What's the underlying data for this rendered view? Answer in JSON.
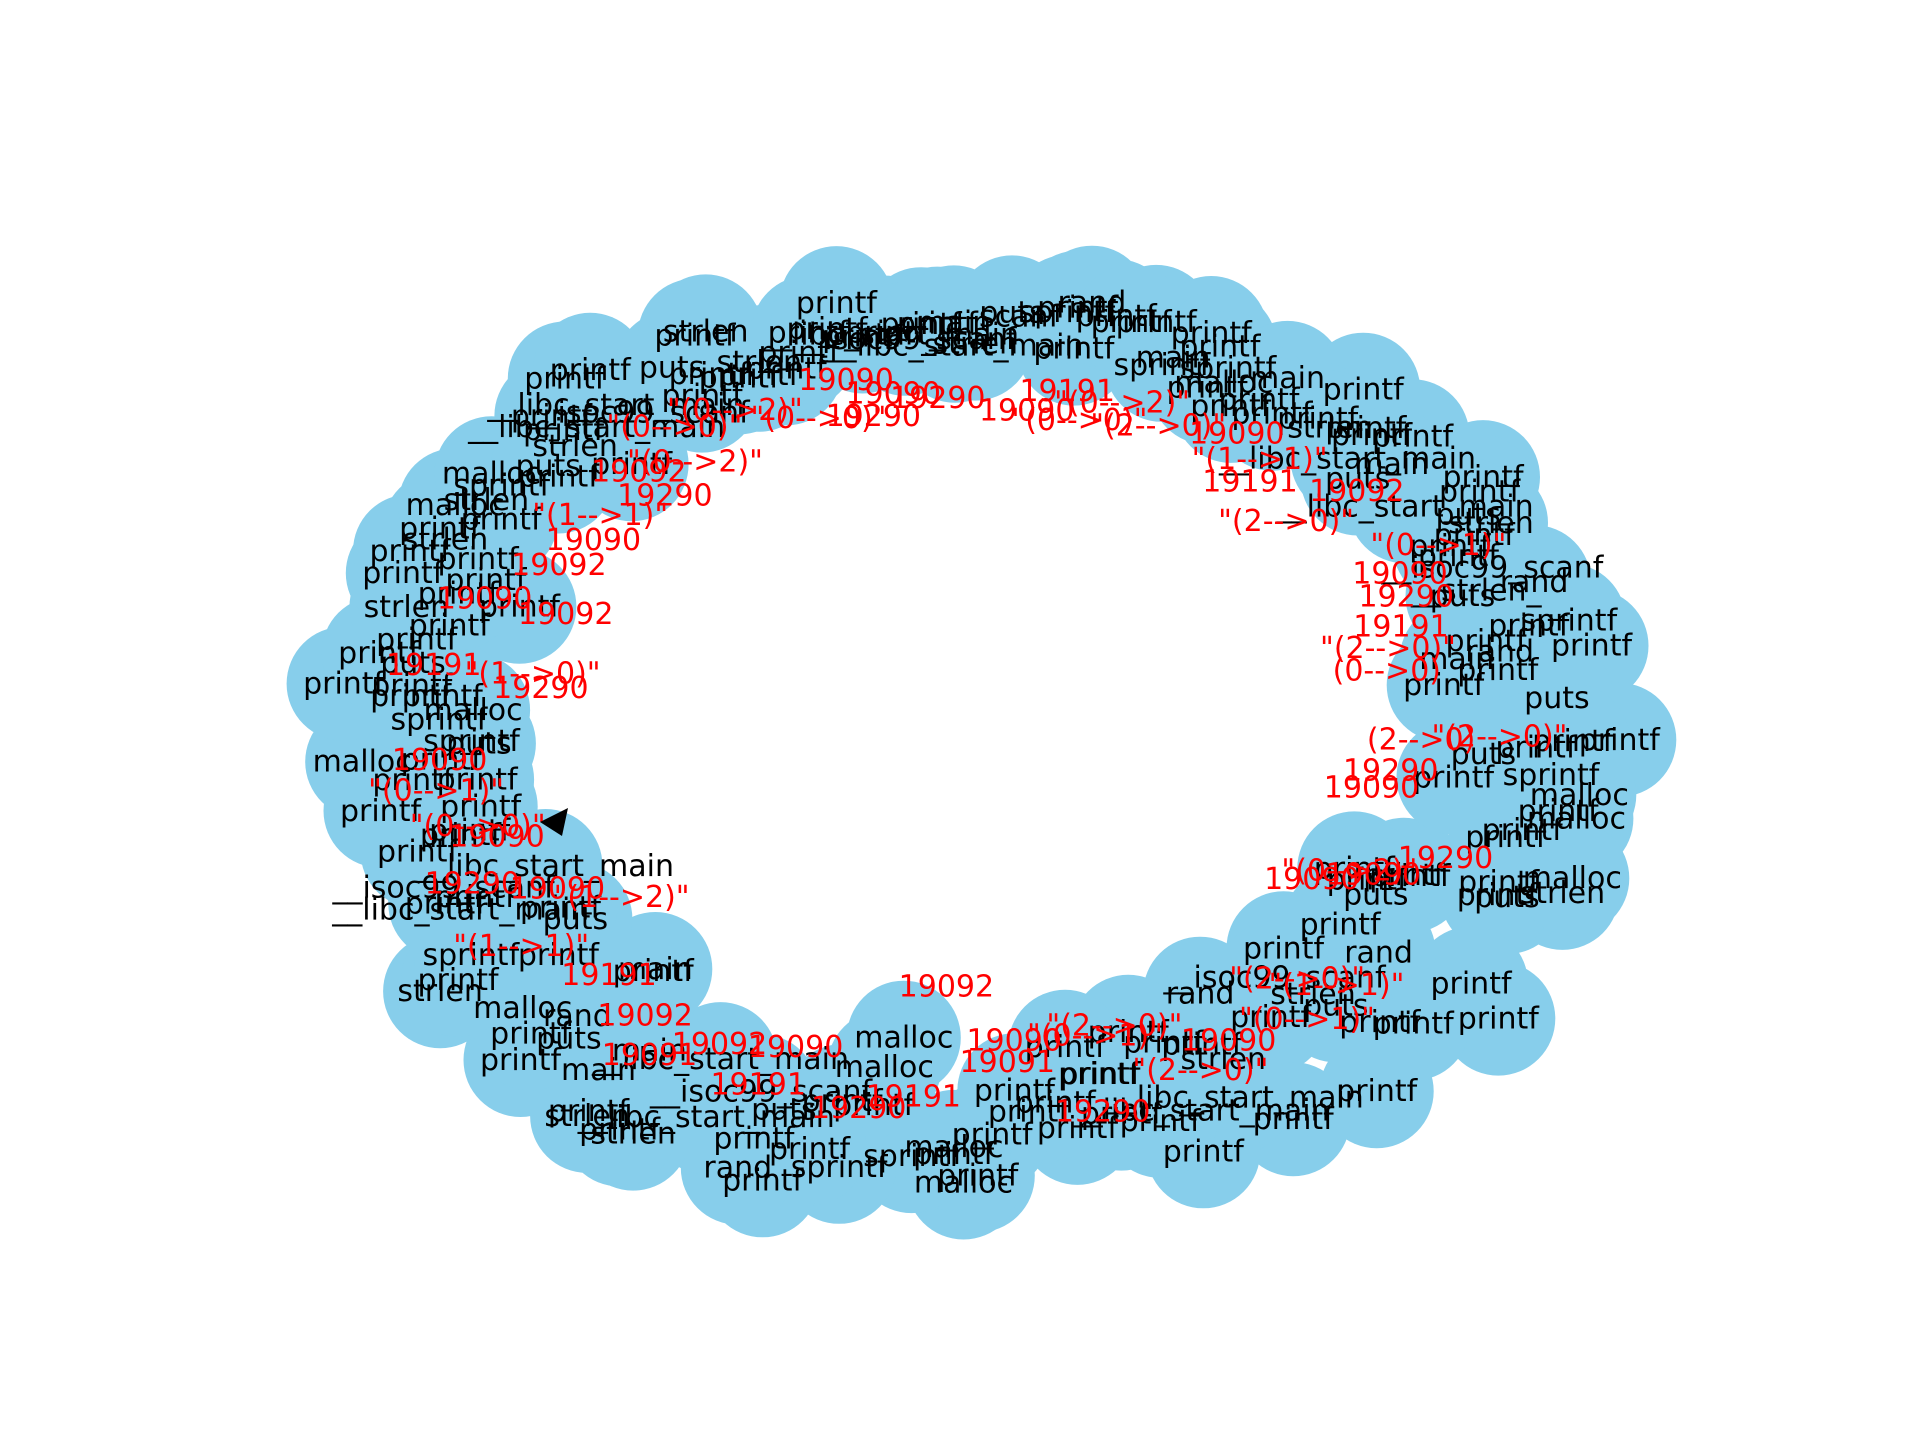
{
  "graph": {
    "node_color": "#87ceeb",
    "node_label_color": "#000000",
    "edge_label_color": "#ff0000",
    "node_labels": [
      "strlen",
      "puts",
      "printf",
      "printf",
      "printf",
      "printf",
      "printf",
      "printf",
      "puts",
      "printf",
      "printf",
      "rand",
      "printf",
      "printf",
      "printf",
      "printf",
      "strlen",
      "puts",
      "printf",
      "printf",
      "__isoc99_scanf",
      "printf",
      "rand",
      "strlen",
      "__libc_start_main",
      "printf",
      "__libc_start_main",
      "printf",
      "printf",
      "printf",
      "printf",
      "printf",
      "printf",
      "printf",
      "printf",
      "printf",
      "printf",
      "printf",
      "printf",
      "printf",
      "printf",
      "malloc",
      "malloc",
      "printf",
      "sprintf",
      "malloc",
      "printf",
      "malloc",
      "printf",
      "sprintf",
      "printf",
      "printf",
      "puts",
      "rand",
      "printf",
      "__isoc99_scanf",
      "__libc_start_main",
      "__libc_start_main",
      "strlen",
      "printf",
      "main",
      "printf",
      "strlen",
      "main",
      "main",
      "printf",
      "puts",
      "rand",
      "printf",
      "printf",
      "malloc",
      "printf",
      "puts",
      "strlen",
      "printf",
      "printf",
      "sprintf",
      "printf",
      "__libc_start_main",
      "__libc_start_main",
      "printf",
      "__isoc99_scanf",
      "printf",
      "printf",
      "printf",
      "printf",
      "printf",
      "printf",
      "printf",
      "printf",
      "puts",
      "sprintf",
      "malloc",
      "malloc",
      "sprintf",
      "printf",
      "printf",
      "printf",
      "printf",
      "puts",
      "printf",
      "printf",
      "printf",
      "printf",
      "strlen",
      "printf",
      "printf",
      "printf",
      "printf",
      "printf",
      "strlen",
      "printf",
      "printf",
      "malloc",
      "strlen",
      "sprintf",
      "malloc",
      "printf",
      "puts",
      "printf",
      "strlen",
      "printf",
      "printf",
      "__libc_start_main",
      "__isoc99_scanf",
      "__libc_start_main",
      "printf",
      "printf",
      "printf",
      "puts",
      "printf",
      "printf",
      "printf",
      "printf",
      "strlen",
      "strlen",
      "printf",
      "printf",
      "printf",
      "printf",
      "printf",
      "printf",
      "printf",
      "__libc_start_main",
      "printf",
      "__isoc99_scanf",
      "__libc_start_main",
      "printf",
      "main",
      "scanf",
      "strlen",
      "puts",
      "sprintf",
      "rand",
      "printf",
      "printf",
      "printf",
      "printf",
      "printf",
      "sprintf",
      "main",
      "printf",
      "printf",
      "printf",
      "sprintf",
      "malloc",
      "main",
      "printf",
      "printf",
      "printf",
      "printf",
      "printf",
      "strlen",
      "printf",
      "printf",
      "printf",
      "__libc_start_main",
      "main",
      "puts",
      "printf",
      "printf",
      "__libc_start_main",
      "puts",
      "strlen",
      "printf",
      "printf",
      "printf",
      "__isoc99_scanf",
      "rand",
      "__strlen_",
      "puts",
      "sprintf",
      "printf",
      "printf",
      "printf",
      "rand",
      "main",
      "printf",
      "puts",
      "printf",
      "printf",
      "printf",
      "printf",
      "sprintf",
      "malloc",
      "puts",
      "printf",
      "malloc",
      "printf",
      "printf",
      "printf",
      "malloc"
    ],
    "edge_labels": [
      "19290",
      "19090",
      "\"(0-->2)\"",
      "19090",
      "\"(1-->1)\"",
      "\"(2-->0)\"",
      "\"(0-->1)\"",
      "19090",
      "\"(2-->0)\"",
      "\"(2-->0)\"",
      "\"(0-->1)\"",
      "19290",
      "19090",
      "19091",
      "19092",
      "19191",
      "19290",
      "19090",
      "19191",
      "19092",
      "19091",
      "19092",
      "19191",
      "\"(1-->2)\"",
      "\"(1-->1)\"",
      "19090",
      "19290",
      "19090",
      "\"(0-->0)\"",
      "\"(0-->1)\"",
      "19090",
      "19290",
      "\"(1-->0)\"",
      "19191",
      "19092",
      "19090",
      "19092",
      "19090",
      "\"(1-->1)\"",
      "19290",
      "19092",
      "\"(0-->2)\"",
      "\"(0-->0)\"",
      "\"(0-->2)\"",
      "\"(0-->0)\"",
      "19290",
      "19090",
      "19090",
      "19290",
      "19090",
      "19191",
      "\"(0-->0)\"",
      "\"(0-->2)\"",
      "\"(2-->0)\"",
      "19090",
      "\"(1-->1)\"",
      "19191",
      "19092",
      "\"(2-->0)\"",
      "\"(0-->1)\"",
      "19090",
      "19290",
      "19191",
      "\"(2-->0)\"",
      "(0-->0)",
      "\"(2-->0)\"",
      "(2-->0)",
      "19290",
      "19090"
    ]
  }
}
